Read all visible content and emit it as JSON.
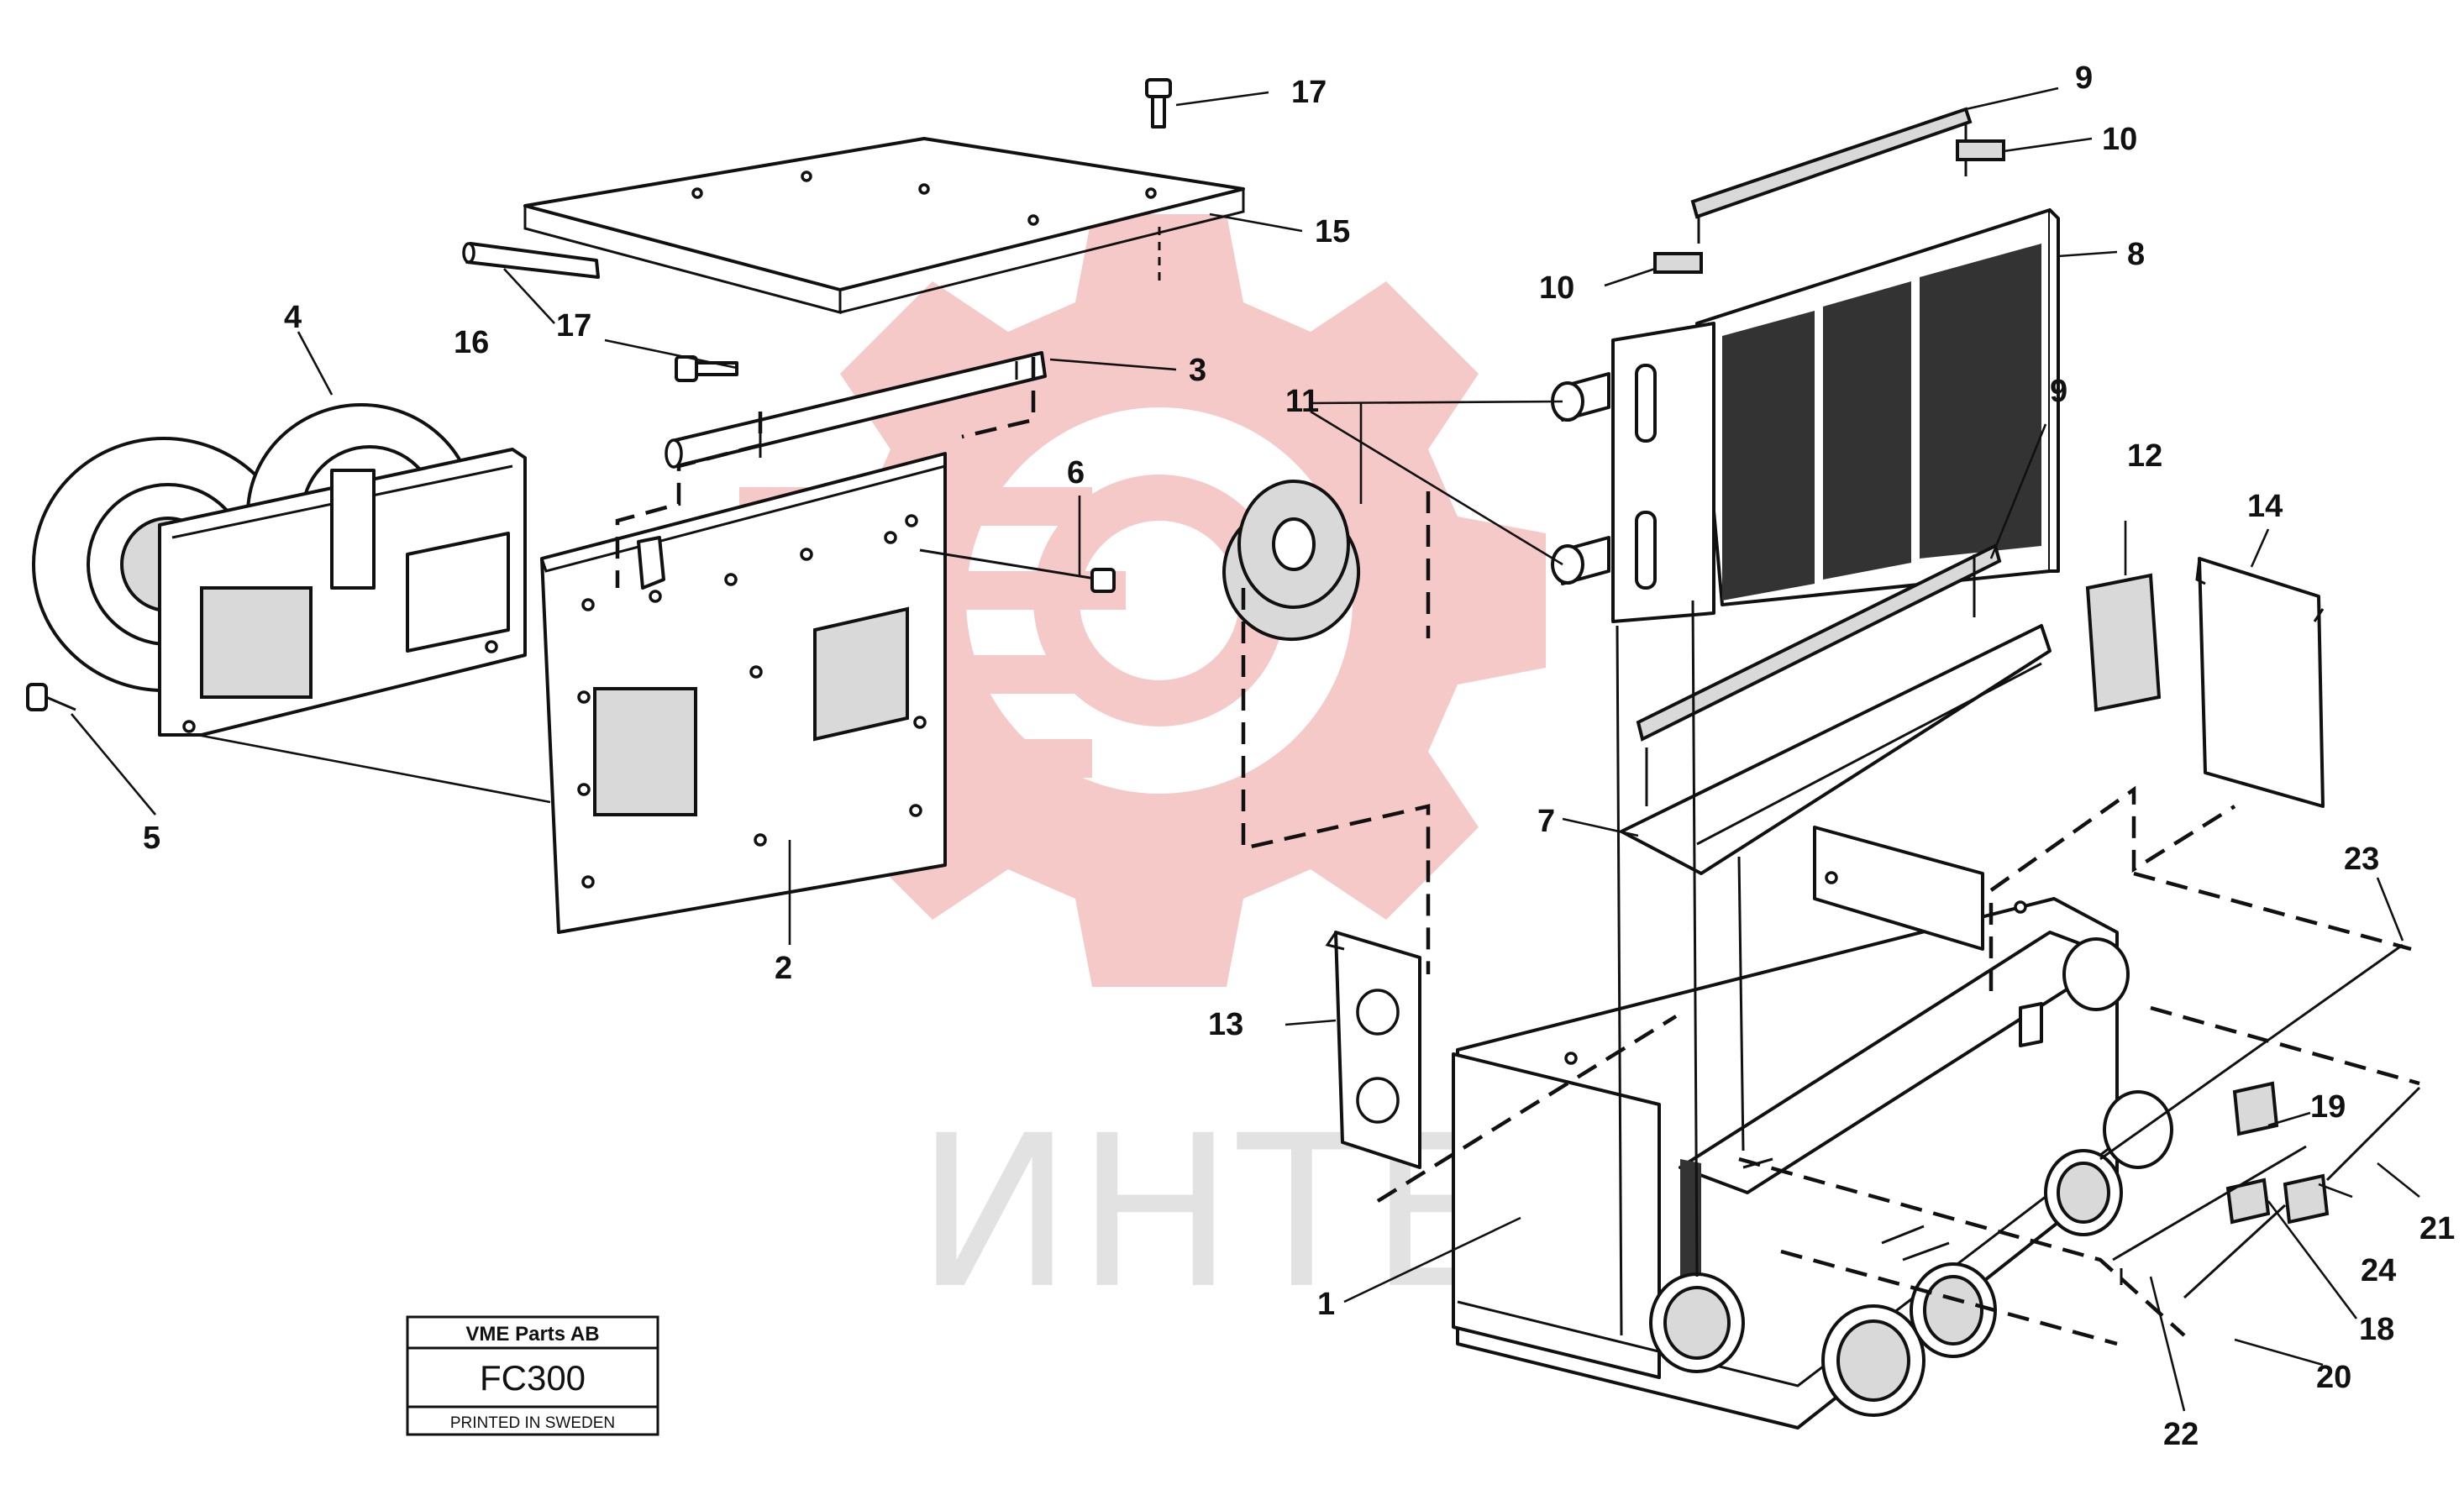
{
  "watermark": {
    "text": "ИНТЕХ",
    "gear_color": "#f6c9c9",
    "text_color": "#e2e2e2"
  },
  "title_block": {
    "company": "VME Parts AB",
    "code": "FC300",
    "footer": "PRINTED IN SWEDEN"
  },
  "callouts": {
    "c1": "1",
    "c2": "2",
    "c3": "3",
    "c4": "4",
    "c5": "5",
    "c6": "6",
    "c7": "7",
    "c8": "8",
    "c9a": "9",
    "c9b": "9",
    "c10a": "10",
    "c10b": "10",
    "c11": "11",
    "c12": "12",
    "c13": "13",
    "c14": "14",
    "c15": "15",
    "c16": "16",
    "c17a": "17",
    "c17b": "17",
    "c18": "18",
    "c19": "19",
    "c20": "20",
    "c21": "21",
    "c22": "22",
    "c23": "23",
    "c24": "24"
  }
}
